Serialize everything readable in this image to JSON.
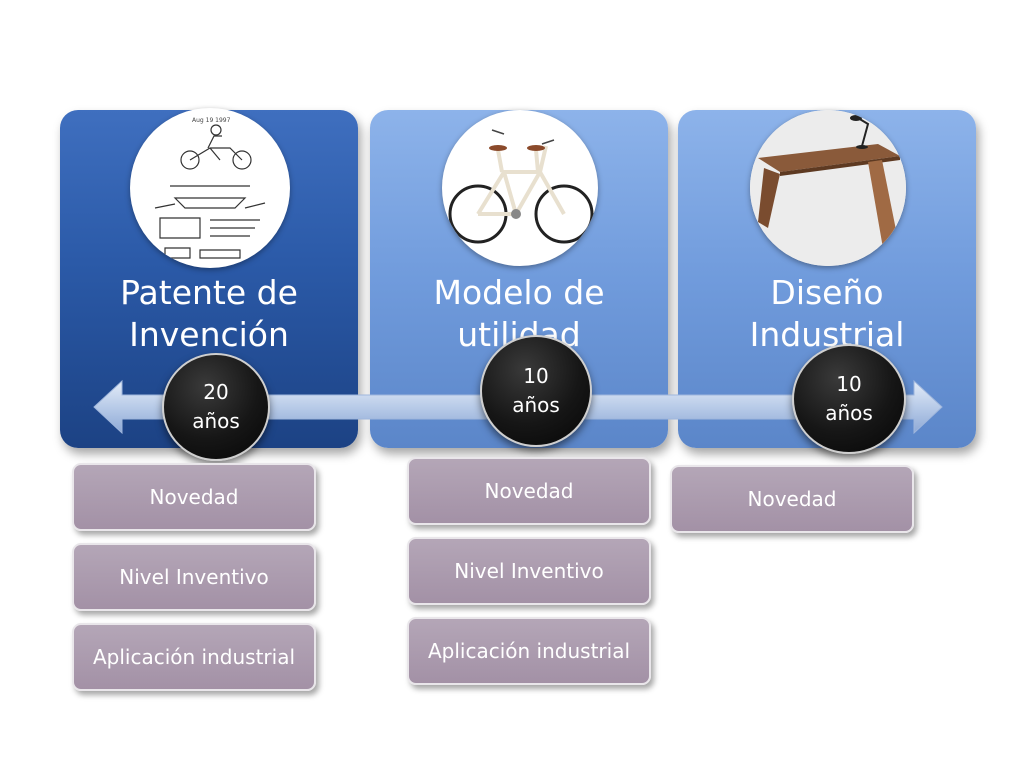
{
  "columns": [
    {
      "id": "patente",
      "title_lines": [
        "Patente de",
        "Invención"
      ],
      "duration_number": "20",
      "duration_unit": "años",
      "image": "patent-drawing-motorcycle",
      "requirements": [
        "Novedad",
        "Nivel Inventivo",
        "Aplicación industrial"
      ]
    },
    {
      "id": "modelo",
      "title_lines": [
        "Modelo de",
        "utilidad"
      ],
      "duration_number": "10",
      "duration_unit": "años",
      "image": "tandem-bicycle",
      "requirements": [
        "Novedad",
        "Nivel Inventivo",
        "Aplicación industrial"
      ]
    },
    {
      "id": "diseno",
      "title_lines": [
        "Diseño",
        "Industrial"
      ],
      "duration_number": "10",
      "duration_unit": "años",
      "image": "wooden-desk-with-lamp",
      "requirements": [
        "Novedad"
      ]
    }
  ],
  "colors": {
    "panel_dark": "#2b5aa8",
    "panel_light": "#709bdc",
    "requirement_box": "#a797aa",
    "badge": "#111111",
    "arrow": "#b8cbe8"
  }
}
